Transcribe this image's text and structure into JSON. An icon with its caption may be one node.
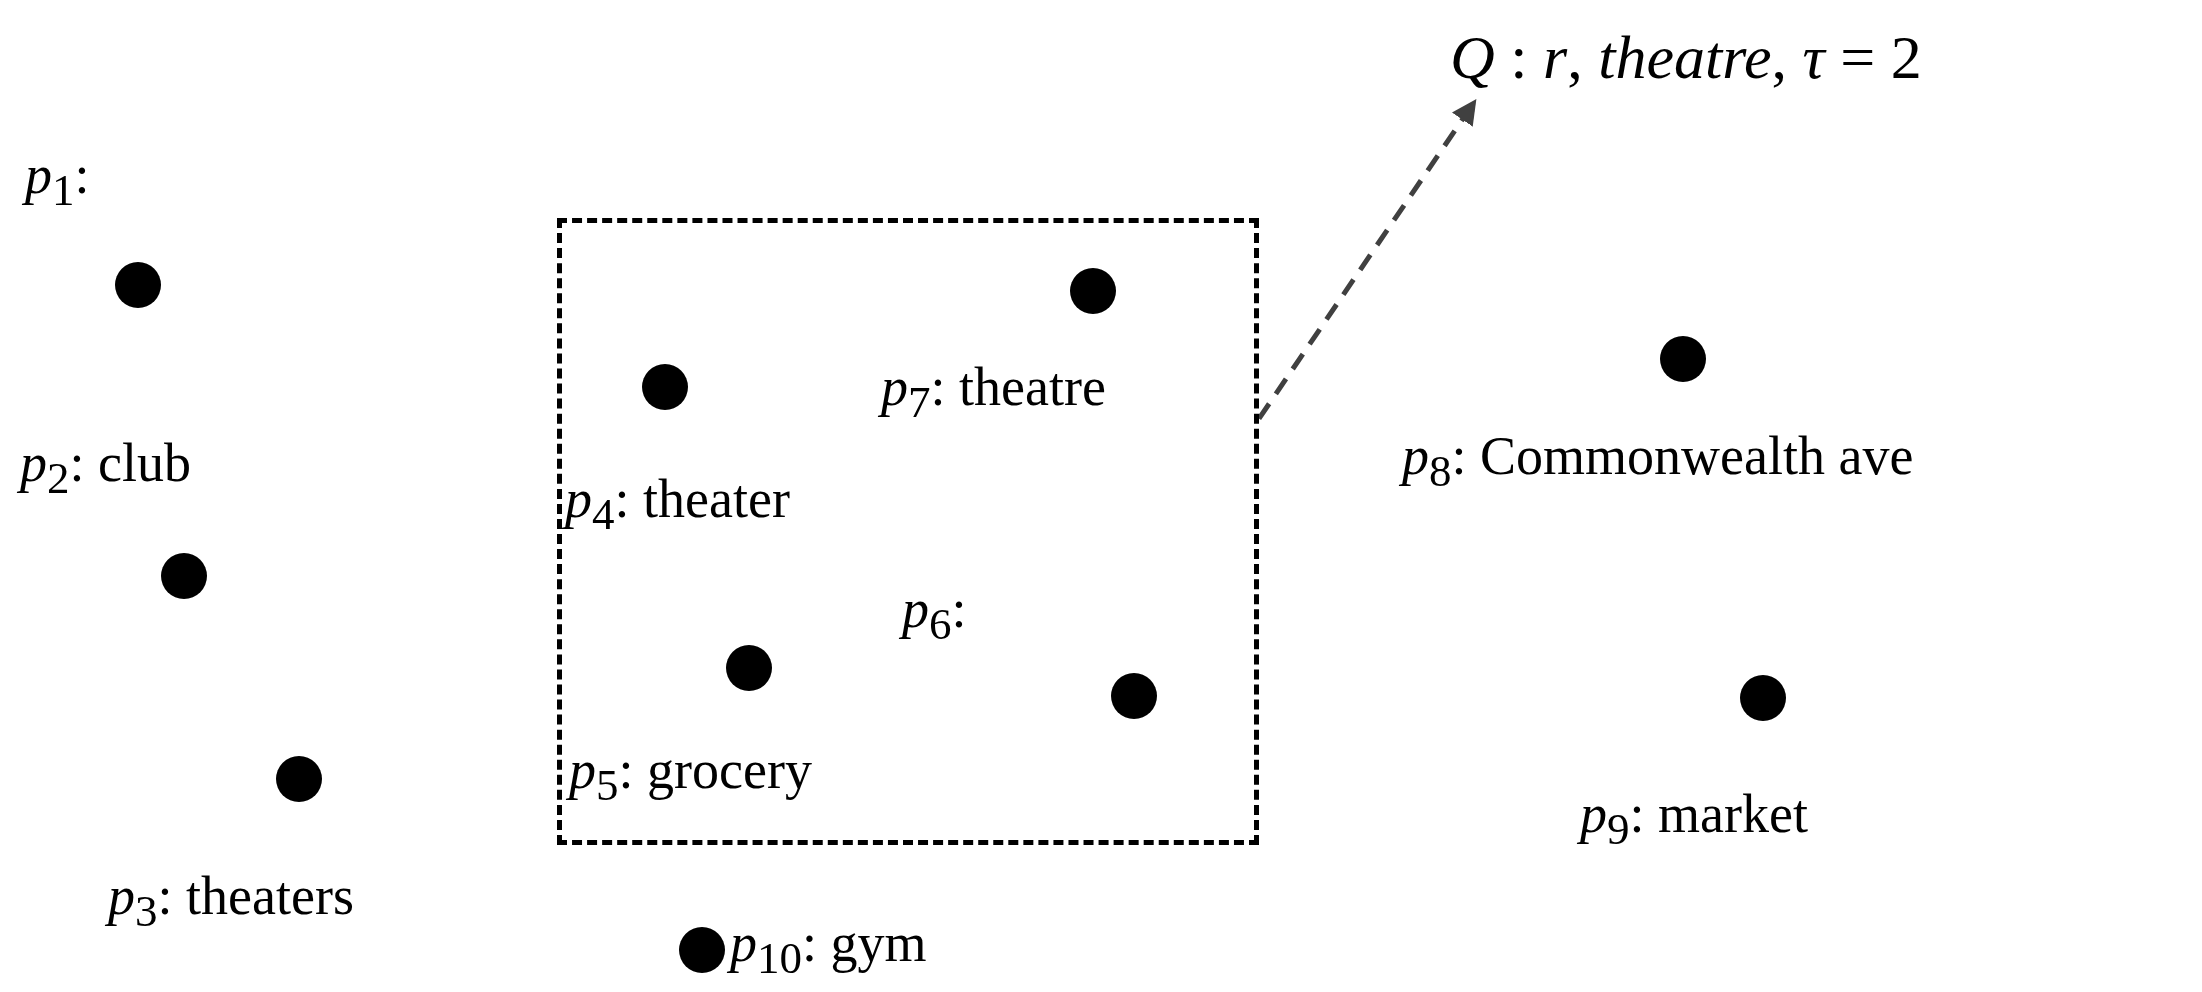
{
  "diagram": {
    "nodes": [
      {
        "text": [
          "*Q* : *r*, *theatre*, *τ* = 2"
        ]
      },
      {
        "text": [],
        "shape": "box"
      },
      {
        "text": [],
        "shape": "circle",
        "beside": [
          "*p*$_{1}$:"
        ]
      },
      {
        "text": [],
        "shape": "circle",
        "beside": [
          "*p*$_{2}$: club"
        ]
      },
      {
        "text": [],
        "shape": "circle",
        "beside": [
          "*p*$_{3}$: theaters"
        ]
      },
      {
        "text": [],
        "shape": "circle",
        "beside": [
          "*p*$_{4}$: theater"
        ],
        "in": 1
      },
      {
        "text": [],
        "shape": "circle",
        "beside": [
          "*p*$_{5}$: grocery"
        ],
        "in": 1
      },
      {
        "text": [],
        "shape": "circle",
        "beside": [
          "*p*$_{6}$:"
        ],
        "in": 1
      },
      {
        "text": [],
        "shape": "circle",
        "beside": [
          "*p*$_{7}$: theatre"
        ],
        "in": 1
      },
      {
        "text": [],
        "shape": "circle",
        "beside": [
          "*p*$_{8}$: Commonwealth ave"
        ]
      },
      {
        "text": [],
        "shape": "circle",
        "beside": [
          "*p*$_{9}$: market"
        ]
      },
      {
        "text": [],
        "shape": "circle",
        "beside": [
          "*p*$_{10}$: gym"
        ]
      }
    ],
    "edges": [
      {
        "from": 1,
        "to": 0,
        "arrow": "to",
        "style": "dashed"
      }
    ]
  }
}
